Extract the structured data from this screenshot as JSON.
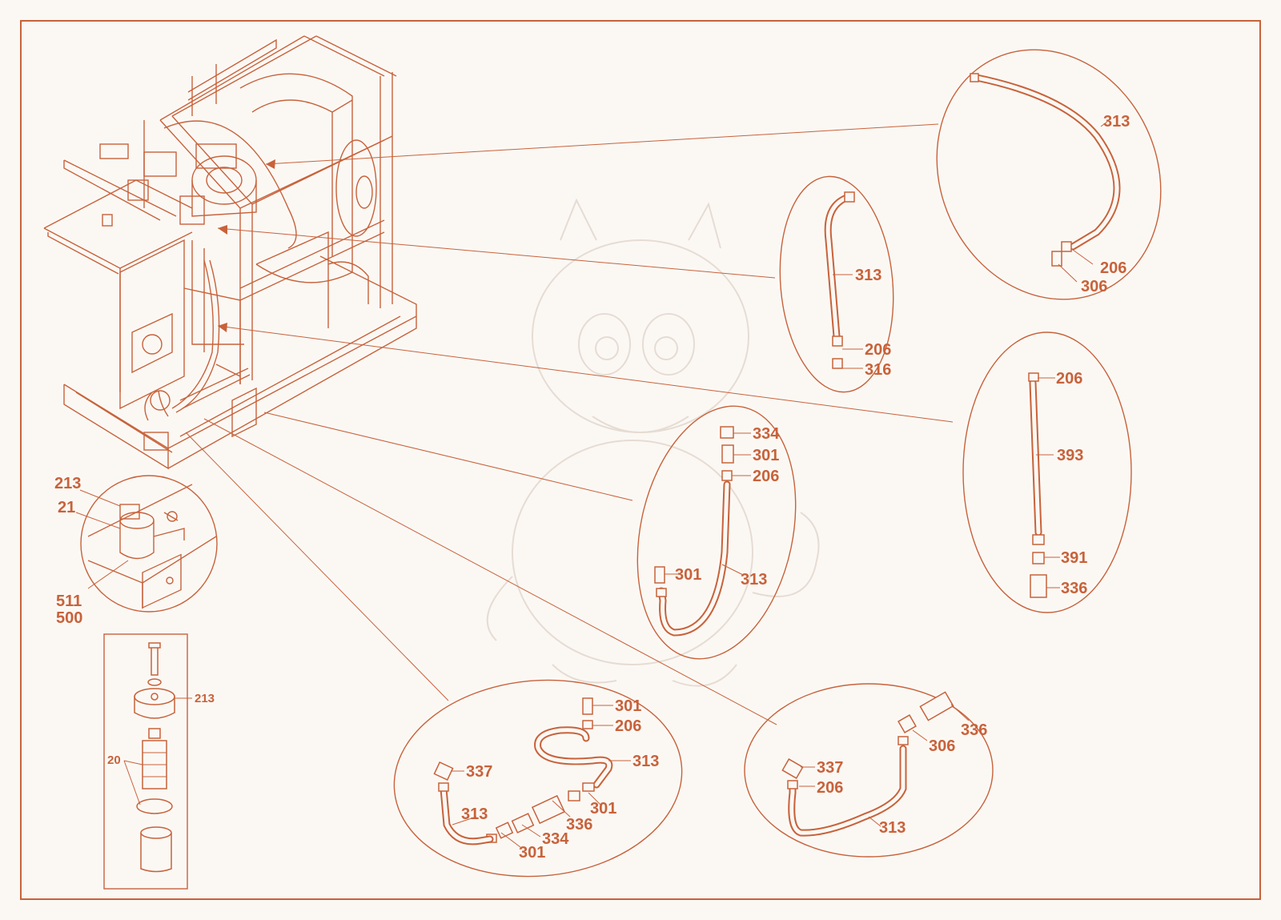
{
  "colors": {
    "line": "#c8623a",
    "background": "#fbf8f4",
    "watermark": "#e6dcd3"
  },
  "callouts": {
    "a_313": "313",
    "a_206": "206",
    "a_306": "306",
    "b_313": "313",
    "b_206": "206",
    "b_316": "316",
    "c_206": "206",
    "c_393": "393",
    "c_391": "391",
    "c_336": "336",
    "d_334": "334",
    "d_301a": "301",
    "d_206": "206",
    "d_301b": "301",
    "d_313": "313",
    "e_301a": "301",
    "e_206": "206",
    "e_313a": "313",
    "e_337": "337",
    "e_313b": "313",
    "e_301b": "301",
    "e_336": "336",
    "e_334": "334",
    "e_301c": "301",
    "f_336": "336",
    "f_306": "306",
    "f_337": "337",
    "f_206": "206",
    "f_313": "313",
    "g_213": "213",
    "g_21": "21",
    "g_511": "511",
    "g_500": "500",
    "h_213": "213",
    "h_20": "20"
  }
}
